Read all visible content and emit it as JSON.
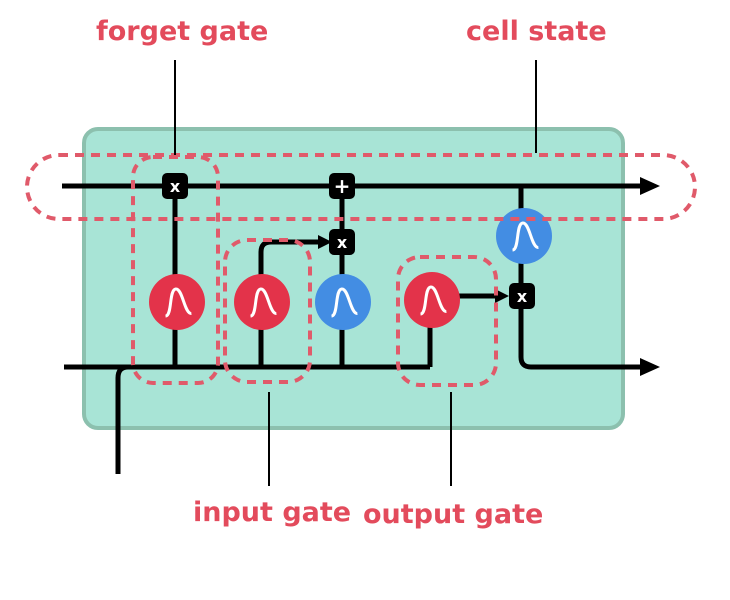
{
  "labels": {
    "forget_gate": "forget gate",
    "cell_state": "cell state",
    "input_gate": "input gate",
    "output_gate": "output gate"
  },
  "operators": {
    "multiply": "x",
    "add": "+"
  },
  "colors": {
    "label": "#e34b5c",
    "cell_fill": "#a8e4d6",
    "cell_border": "#8cc0ae",
    "sigmoid": "#e3334a",
    "tanh": "#438de3",
    "dashed": "#e05a6a",
    "line": "#000000"
  }
}
